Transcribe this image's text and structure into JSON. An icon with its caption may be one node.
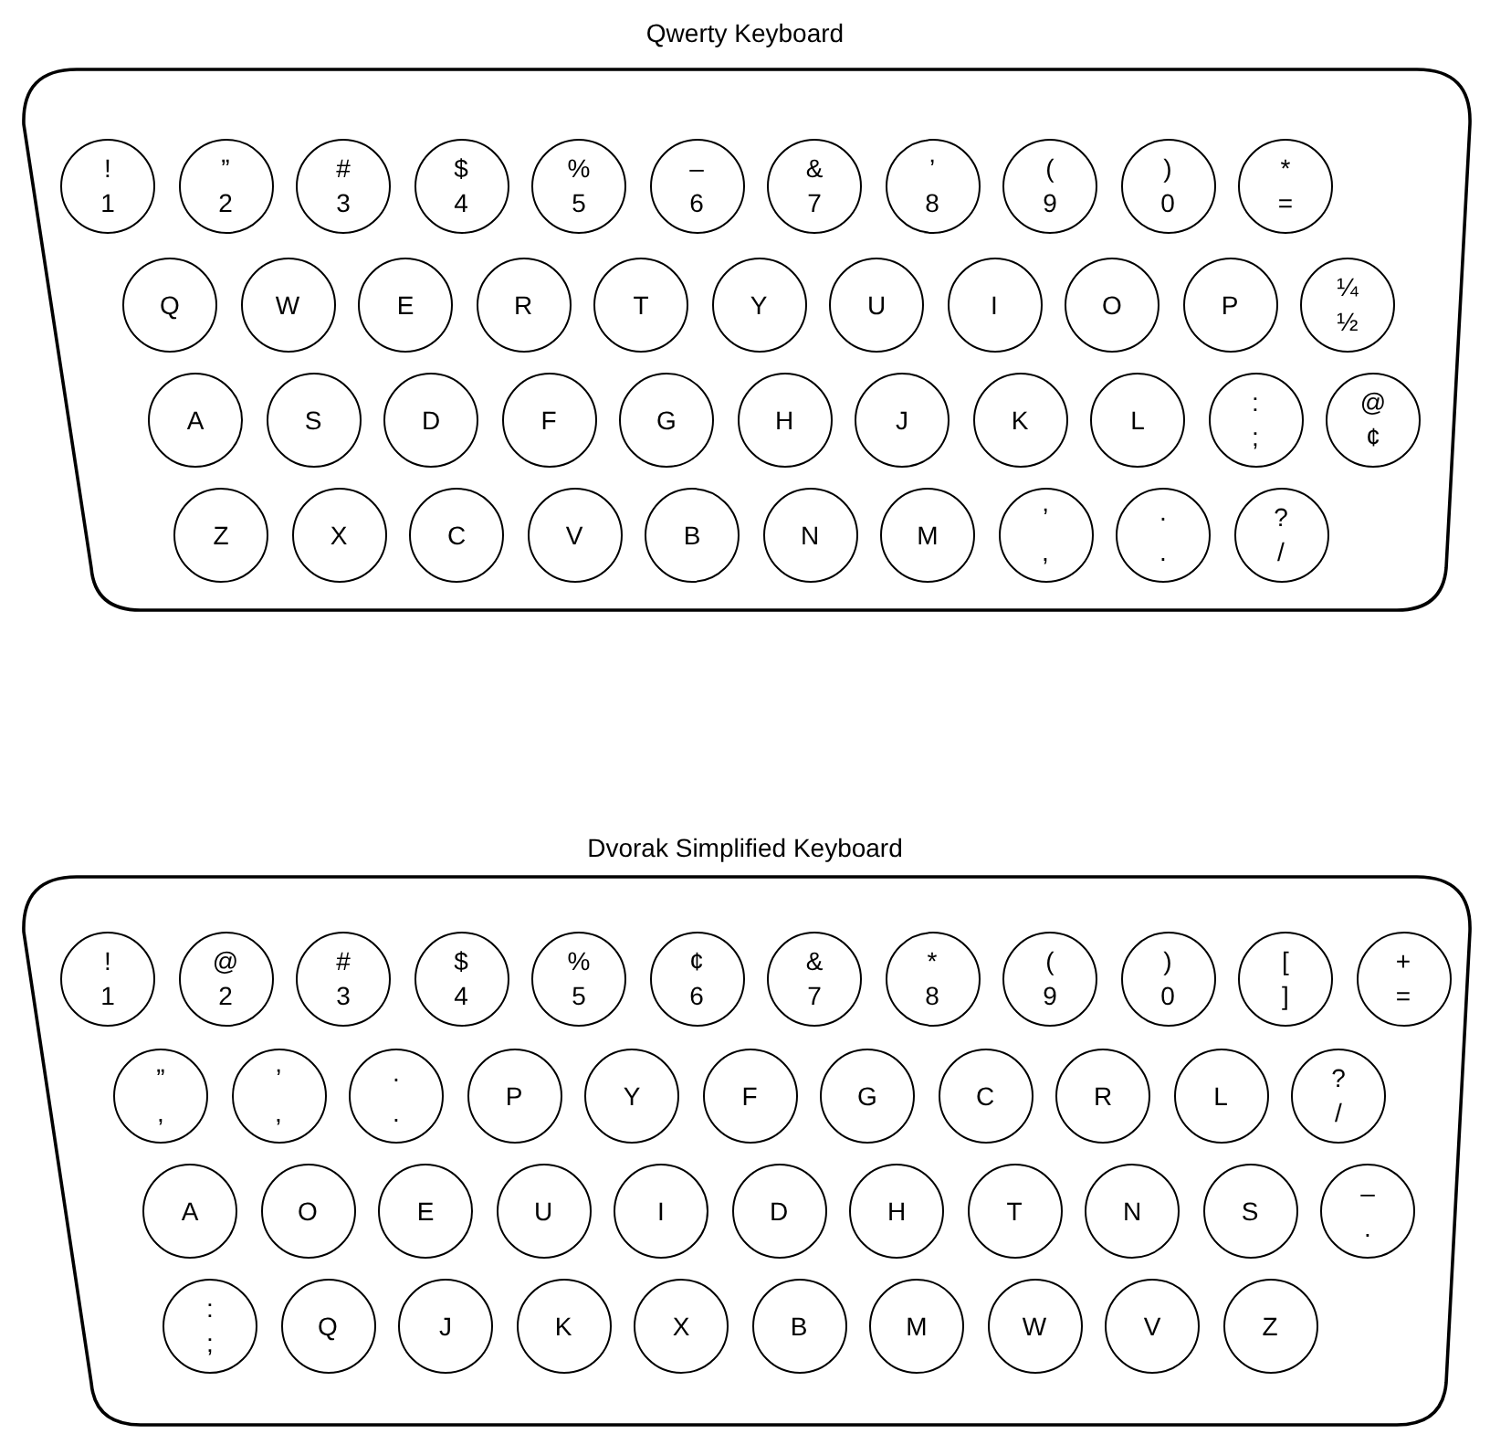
{
  "diagram": {
    "nodes": [
      {
        "text": [
          "Qwerty Keyboard"
        ]
      },
      {
        "text": [
          "!",
          "1"
        ],
        "in": 0
      },
      {
        "text": [
          "”",
          "2"
        ],
        "in": 0
      },
      {
        "text": [
          "#",
          "3"
        ],
        "in": 0
      },
      {
        "text": [
          "$",
          "4"
        ],
        "in": 0
      },
      {
        "text": [
          "%",
          "5"
        ],
        "in": 0
      },
      {
        "text": [
          "–",
          "6"
        ],
        "in": 0
      },
      {
        "text": [
          "&",
          "7"
        ],
        "in": 0
      },
      {
        "text": [
          "’",
          "8"
        ],
        "in": 0
      },
      {
        "text": [
          "(",
          "9"
        ],
        "in": 0
      },
      {
        "text": [
          ")",
          "0"
        ],
        "in": 0
      },
      {
        "text": [
          "*",
          "="
        ],
        "in": 0
      },
      {
        "text": [
          "Q"
        ],
        "in": 0
      },
      {
        "text": [
          "W"
        ],
        "in": 0
      },
      {
        "text": [
          "E"
        ],
        "in": 0
      },
      {
        "text": [
          "R"
        ],
        "in": 0
      },
      {
        "text": [
          "T"
        ],
        "in": 0
      },
      {
        "text": [
          "Y"
        ],
        "in": 0
      },
      {
        "text": [
          "U"
        ],
        "in": 0
      },
      {
        "text": [
          "I"
        ],
        "in": 0
      },
      {
        "text": [
          "O"
        ],
        "in": 0
      },
      {
        "text": [
          "P"
        ],
        "in": 0
      },
      {
        "text": [
          "¼",
          "½"
        ],
        "in": 0
      },
      {
        "text": [
          "A"
        ],
        "in": 0
      },
      {
        "text": [
          "S"
        ],
        "in": 0
      },
      {
        "text": [
          "D"
        ],
        "in": 0
      },
      {
        "text": [
          "F"
        ],
        "in": 0
      },
      {
        "text": [
          "G"
        ],
        "in": 0
      },
      {
        "text": [
          "H"
        ],
        "in": 0
      },
      {
        "text": [
          "J"
        ],
        "in": 0
      },
      {
        "text": [
          "K"
        ],
        "in": 0
      },
      {
        "text": [
          "L"
        ],
        "in": 0
      },
      {
        "text": [
          ":",
          ";"
        ],
        "in": 0
      },
      {
        "text": [
          "@",
          "¢"
        ],
        "in": 0
      },
      {
        "text": [
          "Z"
        ],
        "in": 0
      },
      {
        "text": [
          "X"
        ],
        "in": 0
      },
      {
        "text": [
          "C"
        ],
        "in": 0
      },
      {
        "text": [
          "V"
        ],
        "in": 0
      },
      {
        "text": [
          "B"
        ],
        "in": 0
      },
      {
        "text": [
          "N"
        ],
        "in": 0
      },
      {
        "text": [
          "M"
        ],
        "in": 0
      },
      {
        "text": [
          "’",
          ","
        ],
        "in": 0
      },
      {
        "text": [
          "·",
          "."
        ],
        "in": 0
      },
      {
        "text": [
          "?",
          "/"
        ],
        "in": 0
      },
      {
        "text": [
          "Dvorak Simplified Keyboard"
        ]
      },
      {
        "text": [
          "!",
          "1"
        ],
        "in": 44
      },
      {
        "text": [
          "@",
          "2"
        ],
        "in": 44
      },
      {
        "text": [
          "#",
          "3"
        ],
        "in": 44
      },
      {
        "text": [
          "$",
          "4"
        ],
        "in": 44
      },
      {
        "text": [
          "%",
          "5"
        ],
        "in": 44
      },
      {
        "text": [
          "¢",
          "6"
        ],
        "in": 44
      },
      {
        "text": [
          "&",
          "7"
        ],
        "in": 44
      },
      {
        "text": [
          "*",
          "8"
        ],
        "in": 44
      },
      {
        "text": [
          "(",
          "9"
        ],
        "in": 44
      },
      {
        "text": [
          ")",
          "0"
        ],
        "in": 44
      },
      {
        "text": [
          "[",
          "]"
        ],
        "in": 44
      },
      {
        "text": [
          "+",
          "="
        ],
        "in": 44
      },
      {
        "text": [
          "”",
          ","
        ],
        "in": 44
      },
      {
        "text": [
          "’",
          ","
        ],
        "in": 44
      },
      {
        "text": [
          "·",
          "."
        ],
        "in": 44
      },
      {
        "text": [
          "P"
        ],
        "in": 44
      },
      {
        "text": [
          "Y"
        ],
        "in": 44
      },
      {
        "text": [
          "F"
        ],
        "in": 44
      },
      {
        "text": [
          "G"
        ],
        "in": 44
      },
      {
        "text": [
          "C"
        ],
        "in": 44
      },
      {
        "text": [
          "R"
        ],
        "in": 44
      },
      {
        "text": [
          "L"
        ],
        "in": 44
      },
      {
        "text": [
          "?",
          "/"
        ],
        "in": 44
      },
      {
        "text": [
          "A"
        ],
        "in": 44
      },
      {
        "text": [
          "O"
        ],
        "in": 44
      },
      {
        "text": [
          "E"
        ],
        "in": 44
      },
      {
        "text": [
          "U"
        ],
        "in": 44
      },
      {
        "text": [
          "I"
        ],
        "in": 44
      },
      {
        "text": [
          "D"
        ],
        "in": 44
      },
      {
        "text": [
          "H"
        ],
        "in": 44
      },
      {
        "text": [
          "T"
        ],
        "in": 44
      },
      {
        "text": [
          "N"
        ],
        "in": 44
      },
      {
        "text": [
          "S"
        ],
        "in": 44
      },
      {
        "text": [
          "–",
          "."
        ],
        "in": 44
      },
      {
        "text": [
          ":",
          ";"
        ],
        "in": 44
      },
      {
        "text": [
          "Q"
        ],
        "in": 44
      },
      {
        "text": [
          "J"
        ],
        "in": 44
      },
      {
        "text": [
          "K"
        ],
        "in": 44
      },
      {
        "text": [
          "X"
        ],
        "in": 44
      },
      {
        "text": [
          "B"
        ],
        "in": 44
      },
      {
        "text": [
          "M"
        ],
        "in": 44
      },
      {
        "text": [
          "W"
        ],
        "in": 44
      },
      {
        "text": [
          "V"
        ],
        "in": 44
      },
      {
        "text": [
          "Z"
        ],
        "in": 44
      }
    ]
  }
}
